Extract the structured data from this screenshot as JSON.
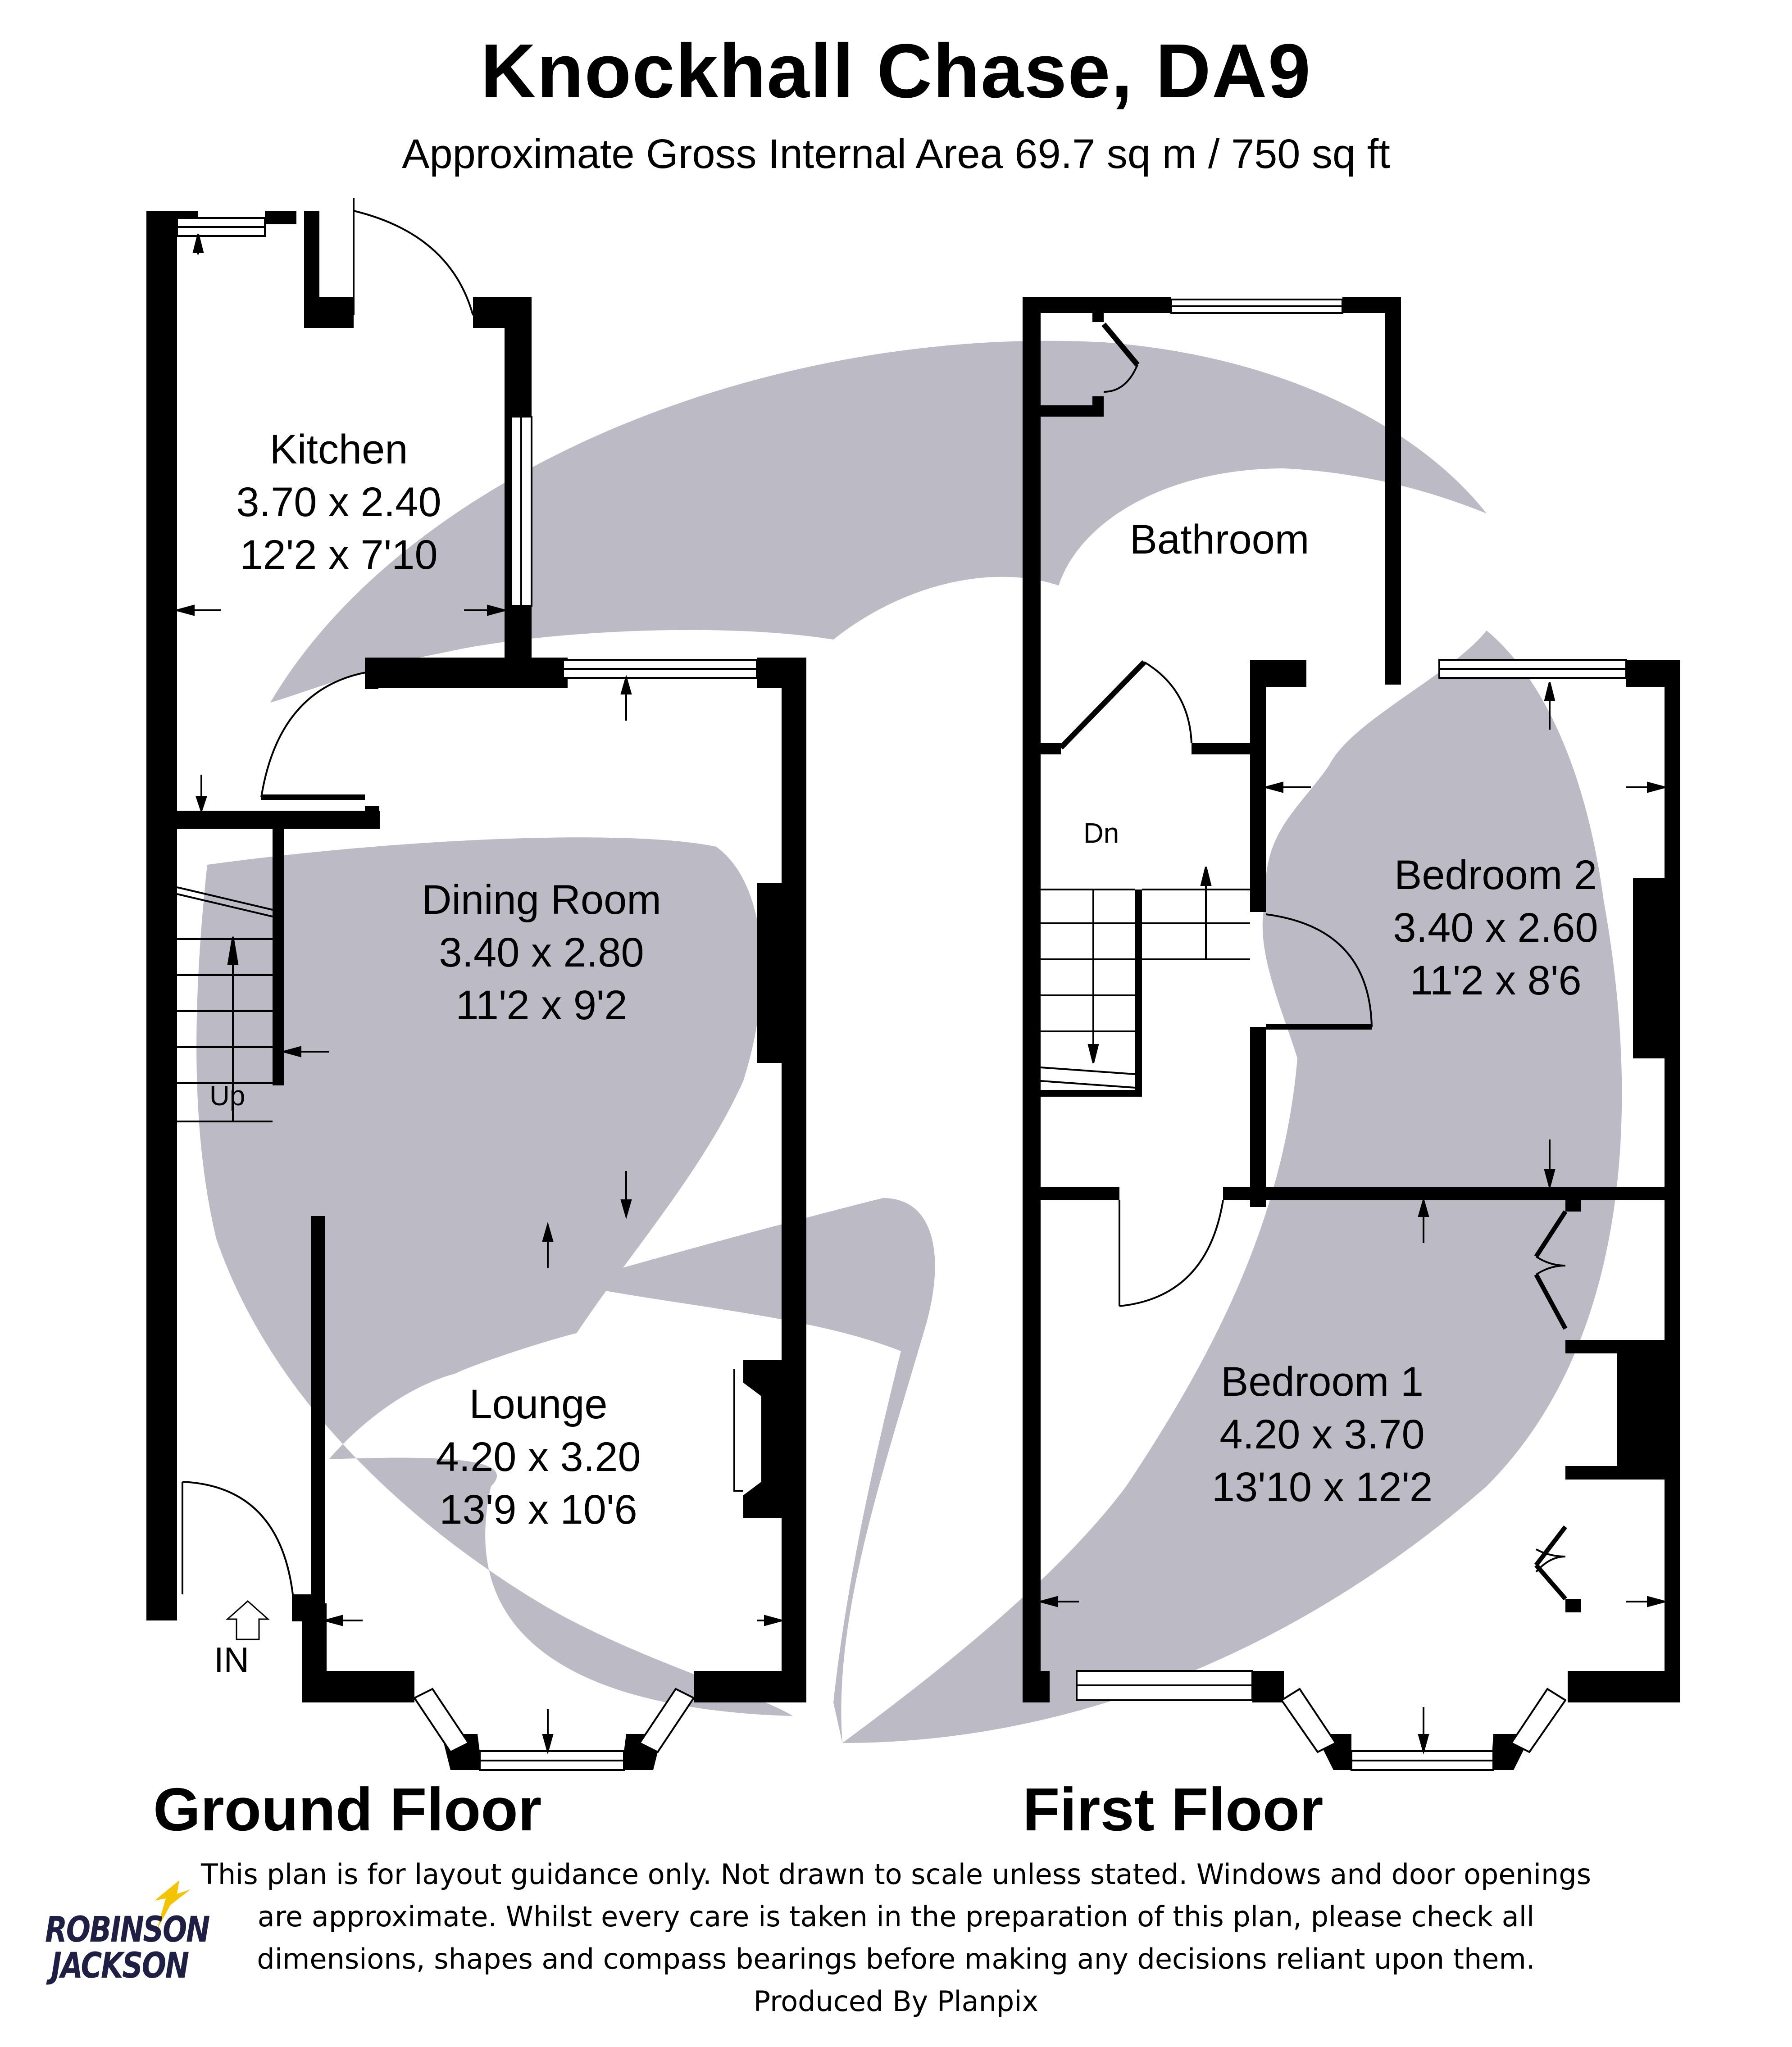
{
  "header": {
    "title": "Knockhall Chase, DA9",
    "area": "Approximate Gross Internal Area 69.7 sq m / 750 sq ft"
  },
  "colors": {
    "wall": "#000000",
    "watermark": "#bbbac5",
    "brand_navy": "#1f1e44",
    "brand_yellow": "#f5c400"
  },
  "floors": [
    {
      "name": "Ground Floor",
      "rooms": [
        {
          "name": "Kitchen",
          "metric": "3.70 x 2.40",
          "imperial": "12'2 x 7'10"
        },
        {
          "name": "Dining Room",
          "metric": "3.40 x 2.80",
          "imperial": "11'2 x 9'2"
        },
        {
          "name": "Lounge",
          "metric": "4.20 x 3.20",
          "imperial": "13'9 x 10'6"
        }
      ],
      "stair_label": "Up",
      "entrance_label": "IN"
    },
    {
      "name": "First Floor",
      "rooms": [
        {
          "name": "Bathroom"
        },
        {
          "name": "Bedroom 2",
          "metric": "3.40 x 2.60",
          "imperial": "11'2 x 8'6"
        },
        {
          "name": "Bedroom 1",
          "metric": "4.20 x 3.70",
          "imperial": "13'10 x 12'2"
        }
      ],
      "stair_label": "Dn"
    }
  ],
  "footer": {
    "disclaimer_lines": [
      "This plan is for layout guidance only. Not drawn to scale unless stated. Windows and door openings",
      "are approximate. Whilst every care is taken in the preparation of this plan, please check all",
      "dimensions, shapes and compass bearings before making any decisions reliant upon them.",
      "Produced By Planpix"
    ],
    "logo": {
      "line1": "ROBINSON",
      "line2": "JACKSON"
    }
  }
}
